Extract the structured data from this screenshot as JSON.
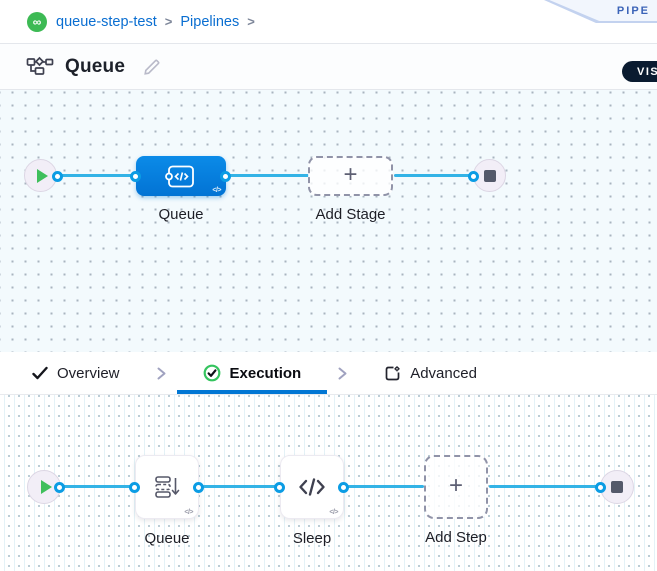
{
  "breadcrumb": {
    "items": [
      "queue-step-test",
      "Pipelines"
    ],
    "separator": ">",
    "logo_glyph": "∞"
  },
  "ribbon": {
    "label": "PIPE"
  },
  "title_bar": {
    "title": "Queue",
    "view_toggle": "VIS"
  },
  "tabs": {
    "overview": "Overview",
    "execution": "Execution",
    "advanced": "Advanced"
  },
  "stage_canvas": {
    "stage_label": "Queue",
    "add_stage_label": "Add Stage",
    "plus": "+",
    "code_badge": "</>"
  },
  "execution_canvas": {
    "steps": [
      {
        "label": "Queue"
      },
      {
        "label": "Sleep"
      }
    ],
    "add_step_label": "Add Step",
    "plus": "+",
    "code_badge": "</>"
  },
  "colors": {
    "connector": "#33b3e6",
    "port_ring": "#0b9ce4",
    "stage_node_blue": "#0680dd",
    "active_tab_underline": "#0277d4",
    "link_blue": "#0a6ed1",
    "success_green": "#35c45f",
    "logo_green": "#3dba54",
    "terminal_node_fill": "#f2eef7",
    "stop_square": "#54596a",
    "canvas_stage_bg": "#f3fafd",
    "view_toggle_pill": "#0a1b30"
  }
}
